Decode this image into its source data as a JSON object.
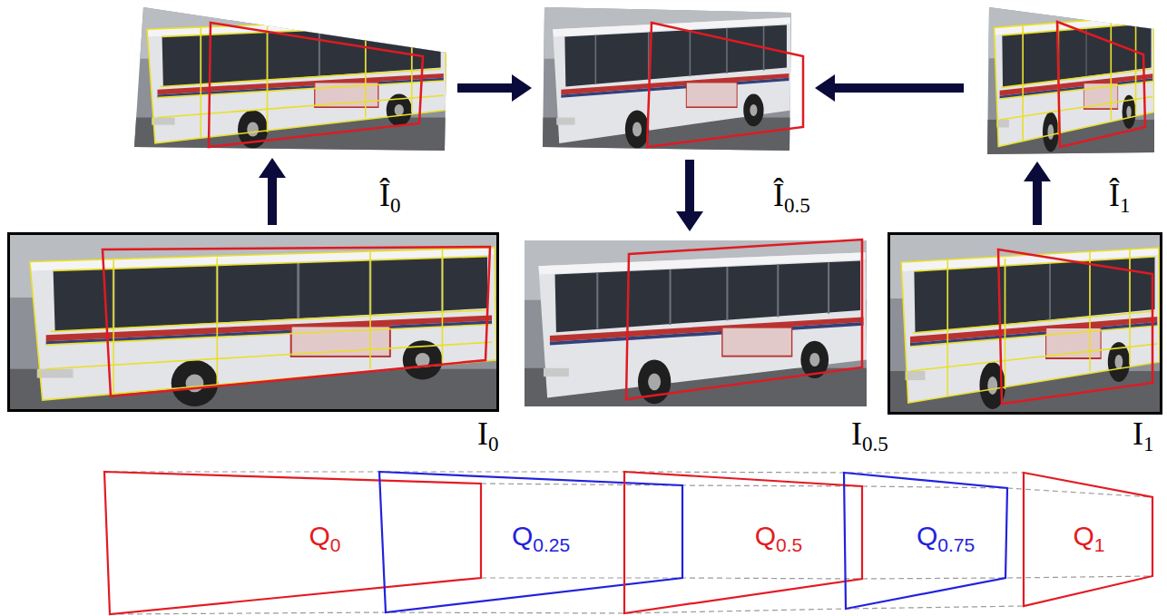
{
  "diagram": {
    "nodes": [
      {
        "text": [
          "Î0"
        ]
      },
      {
        "text": [
          "Î0.5"
        ]
      },
      {
        "text": [
          "Î1"
        ]
      },
      {
        "text": [
          "I0"
        ]
      },
      {
        "text": [
          "I0.5"
        ]
      },
      {
        "text": [
          "I1"
        ]
      },
      {
        "text": [
          "Q0"
        ]
      },
      {
        "text": [
          "Q0.25"
        ]
      },
      {
        "text": [
          "Q0.5"
        ]
      },
      {
        "text": [
          "Q0.75"
        ]
      },
      {
        "text": [
          "Q1"
        ]
      }
    ],
    "edges": [
      {
        "from": 3,
        "to": 0,
        "arrow": "to"
      },
      {
        "from": 0,
        "to": 1,
        "arrow": "to"
      },
      {
        "from": 2,
        "to": 1,
        "arrow": "to"
      },
      {
        "from": 1,
        "to": 4,
        "arrow": "to"
      },
      {
        "from": 5,
        "to": 2,
        "arrow": "to"
      }
    ]
  }
}
